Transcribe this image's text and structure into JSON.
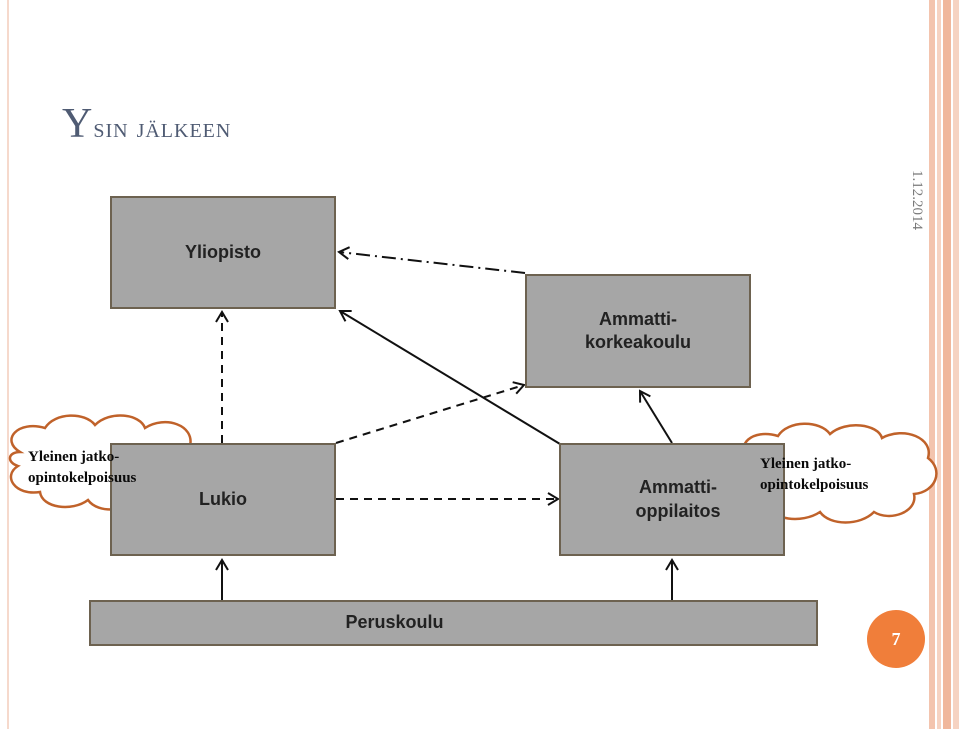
{
  "slide": {
    "title_cap": "Y",
    "title_rest": "sin jälkeen",
    "date": "1.12.2014",
    "page_number": "7"
  },
  "boxes": {
    "yliopisto": "Yliopisto",
    "amk": "Ammatti-\nkorkeakoulu",
    "lukio": "Lukio",
    "ammattiopisto": "Ammatti-\noppilaitos",
    "peruskoulu": "Peruskoulu"
  },
  "clouds": {
    "left": "Yleinen jatko-\nopintokelpoisuus",
    "right": "Yleinen jatko-\nopintokelpoisuus"
  },
  "colors": {
    "box_fill": "#a6a6a6",
    "box_border": "#6d6250",
    "cloud_border": "#c0622a",
    "badge": "#f07e3a",
    "title": "#4f5b73"
  }
}
